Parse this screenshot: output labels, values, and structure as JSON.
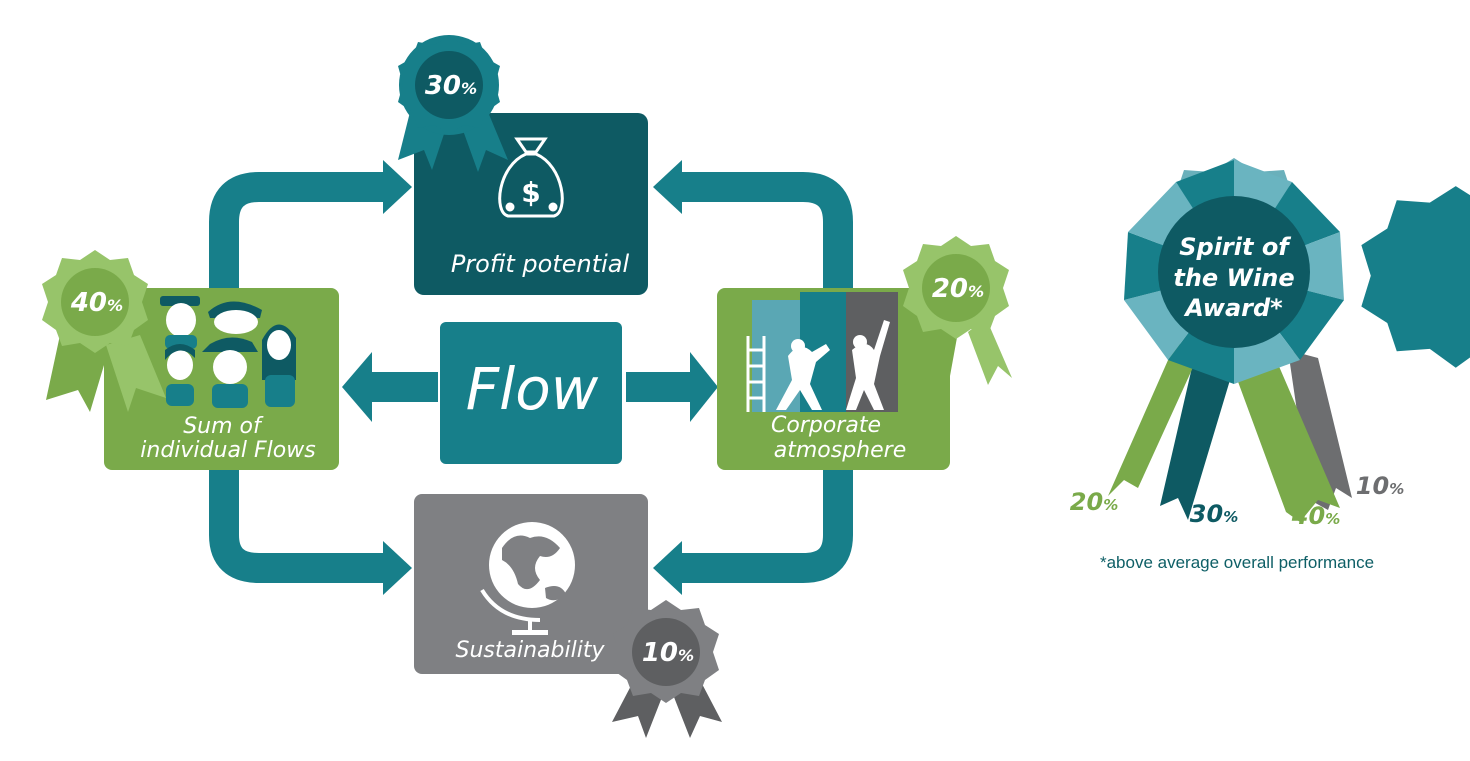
{
  "diagram": {
    "center": {
      "label": "Flow"
    },
    "top": {
      "label": "Profit potential",
      "percent": "30",
      "icon": "money-bag-icon"
    },
    "left": {
      "label_line1": "Sum of",
      "label_line2": "individual Flows",
      "percent": "40",
      "icon": "people-icon"
    },
    "right": {
      "label_line1": "Corporate",
      "label_line2": "atmosphere",
      "percent": "20",
      "icon": "painters-icon"
    },
    "bottom": {
      "label": "Sustainability",
      "percent": "10",
      "icon": "globe-icon"
    },
    "percent_sign": "%"
  },
  "award": {
    "title_line1": "Spirit of",
    "title_line2": "the Wine",
    "title_line3": "Award*",
    "ribbons": [
      {
        "value": "20",
        "color": "#7aaa4a"
      },
      {
        "value": "30",
        "color": "#0e5f66"
      },
      {
        "value": "40",
        "color": "#7aaa4a"
      },
      {
        "value": "10",
        "color": "#6d6e70"
      }
    ],
    "footnote": "*above average overall performance"
  },
  "colors": {
    "teal": "#177f8a",
    "dark_teal": "#0e5a63",
    "green": "#7aaa4a",
    "light_green": "#97c46a",
    "gray": "#7f8083",
    "dark_gray": "#5e5f61"
  }
}
